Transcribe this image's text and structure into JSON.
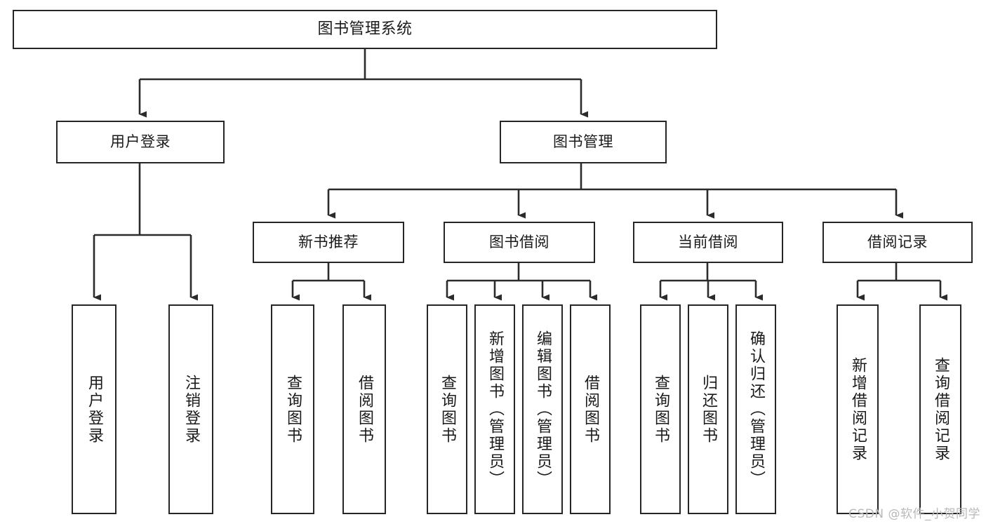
{
  "diagram": {
    "type": "tree",
    "title": "图书管理系统",
    "orientation": "top-down",
    "colors": {
      "box_border": "#262626",
      "box_fill": "#ffffff",
      "edge": "#333333",
      "text": "#1a1a1a",
      "background": "#ffffff",
      "watermark": "#b9b9b9"
    },
    "nodes": {
      "root": {
        "label": "图书管理系统"
      },
      "level2": [
        {
          "id": "user_login",
          "label": "用户登录"
        },
        {
          "id": "book_manage",
          "label": "图书管理"
        }
      ],
      "level3": [
        {
          "id": "new_book_rec",
          "label": "新书推荐",
          "parent": "book_manage"
        },
        {
          "id": "book_borrow",
          "label": "图书借阅",
          "parent": "book_manage"
        },
        {
          "id": "current_borrow",
          "label": "当前借阅",
          "parent": "book_manage"
        },
        {
          "id": "borrow_record",
          "label": "借阅记录",
          "parent": "book_manage"
        }
      ],
      "leaves": [
        {
          "id": "leaf_user_login",
          "label": "用户登录",
          "parent": "user_login"
        },
        {
          "id": "leaf_user_logout",
          "label": "注销登录",
          "parent": "user_login"
        },
        {
          "id": "leaf_query_book_1",
          "label": "查询图书",
          "parent": "new_book_rec"
        },
        {
          "id": "leaf_borrow_book_1",
          "label": "借阅图书",
          "parent": "new_book_rec"
        },
        {
          "id": "leaf_query_book_2",
          "label": "查询图书",
          "parent": "book_borrow"
        },
        {
          "id": "leaf_add_book",
          "label": "新增图书（管理员）",
          "parent": "book_borrow"
        },
        {
          "id": "leaf_edit_book",
          "label": "编辑图书（管理员）",
          "parent": "book_borrow"
        },
        {
          "id": "leaf_borrow_book_2",
          "label": "借阅图书",
          "parent": "book_borrow"
        },
        {
          "id": "leaf_query_book_3",
          "label": "查询图书",
          "parent": "current_borrow"
        },
        {
          "id": "leaf_return_book",
          "label": "归还图书",
          "parent": "current_borrow"
        },
        {
          "id": "leaf_confirm_return",
          "label": "确认归还（管理员）",
          "parent": "current_borrow"
        },
        {
          "id": "leaf_add_record",
          "label": "新增借阅记录",
          "parent": "borrow_record"
        },
        {
          "id": "leaf_query_record",
          "label": "查询借阅记录",
          "parent": "borrow_record"
        }
      ]
    }
  },
  "watermark": {
    "text": "CSDN @软件_小贺同学"
  }
}
